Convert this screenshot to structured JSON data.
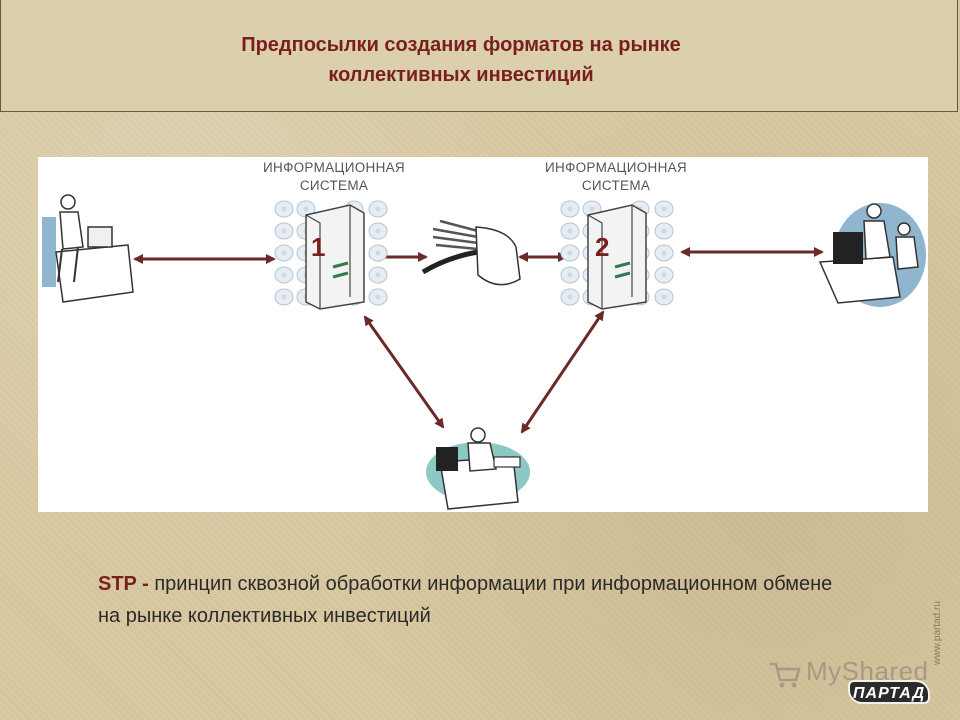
{
  "header": {
    "title_line1": "Предпосылки создания форматов на рынке",
    "title_line2": "коллективных инвестиций"
  },
  "diagram": {
    "system1": {
      "label_line1": "ИНФОРМАЦИОННАЯ",
      "label_line2": "СИСТЕМА",
      "number": "1"
    },
    "system2": {
      "label_line1": "ИНФОРМАЦИОННАЯ",
      "label_line2": "СИСТЕМА",
      "number": "2"
    }
  },
  "caption": {
    "term": "STP  -",
    "text": " принцип сквозной обработки информации при информационном обмене на рынке коллективных инвестиций"
  },
  "footer": {
    "url": "www.partad.ru",
    "watermark": "MyShared",
    "logo": "ПАРТАД"
  },
  "colors": {
    "title": "#7a1f1f",
    "arrow": "#6b2a2a",
    "background": "#d8c9a2"
  }
}
